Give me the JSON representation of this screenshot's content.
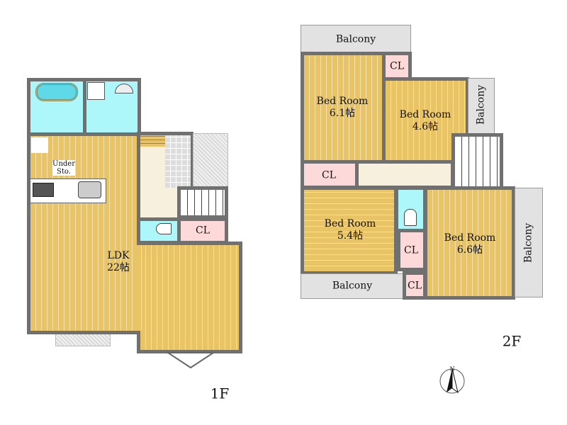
{
  "floor1": {
    "label": "1F",
    "ldk": {
      "name": "LDK",
      "size": "22帖"
    },
    "under_storage": {
      "line1": "Under",
      "line2": "Sto."
    },
    "closet": "CL"
  },
  "floor2": {
    "label": "2F",
    "rooms": [
      {
        "name": "Bed Room",
        "size": "6.1帖"
      },
      {
        "name": "Bed Room",
        "size": "4.6帖"
      },
      {
        "name": "Bed Room",
        "size": "5.4帖"
      },
      {
        "name": "Bed Room",
        "size": "6.6帖"
      }
    ],
    "closets": [
      "CL",
      "CL",
      "CL",
      "CL"
    ],
    "balconies": [
      "Balcony",
      "Balcony",
      "Balcony",
      "Balcony"
    ]
  },
  "compass": {
    "label": "N"
  },
  "colors": {
    "wood": "#e8c467",
    "wall": "#707070",
    "wet": "#adf6fa",
    "closet": "#fdd9d9",
    "balcony": "#e2e2e2"
  }
}
